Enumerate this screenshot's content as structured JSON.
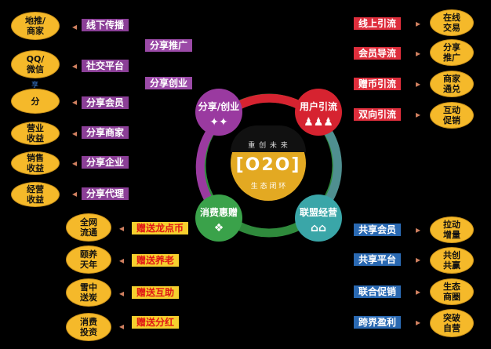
{
  "left_ovals": [
    "地推/\n商家",
    "QQ/\n微信",
    "分",
    "营业\n收益",
    "销售\n收益",
    "经营\n收益"
  ],
  "left_labels": [
    "线下传播",
    "社交平台",
    "分享会员",
    "分享商家",
    "分享企业",
    "分享代理"
  ],
  "mid_labels": [
    "分享推广",
    "分享创业"
  ],
  "small_fragment": "享",
  "bottom_left_ovals": [
    "全网\n流通",
    "颐养\n天年",
    "雪中\n送炭",
    "消费\n投资"
  ],
  "bottom_left_labels": [
    "赠送龙点币",
    "赠送养老",
    "赠送互助",
    "赠送分红"
  ],
  "right_top_labels": [
    "线上引流",
    "会员导流",
    "赠币引流",
    "双向引流"
  ],
  "right_top_ovals": [
    "在线\n交易",
    "分享\n推广",
    "商家\n通兑",
    "互动\n促销"
  ],
  "right_bottom_labels": [
    "共享会员",
    "共享平台",
    "联合促销",
    "跨界盈利"
  ],
  "right_bottom_ovals": [
    "拉动\n增量",
    "共创\n共赢",
    "生态\n商圈",
    "突破\n自营"
  ],
  "hubs": {
    "top_left": "分享/创业",
    "top_right": "用户引流",
    "bottom_left": "消费惠赠",
    "bottom_right": "联盟经营"
  },
  "center": {
    "top_text": "重 创 未 来",
    "main": "O2O",
    "sub": "生 态 闭 环"
  },
  "colors": {
    "oval": "#f5b92a",
    "purple": "#8b3f97",
    "red": "#de2e3c",
    "blue": "#2a69b2",
    "yellow": "#f6cf2e",
    "hub_purple": "#9a3aa0",
    "hub_red": "#d62330",
    "hub_green": "#3aa24a",
    "hub_teal": "#3aa6a8",
    "ring_red": "#d62330",
    "ring_teal": "#4f8f90",
    "ring_green": "#2f8a3c",
    "ring_purple": "#9a3aa0"
  }
}
